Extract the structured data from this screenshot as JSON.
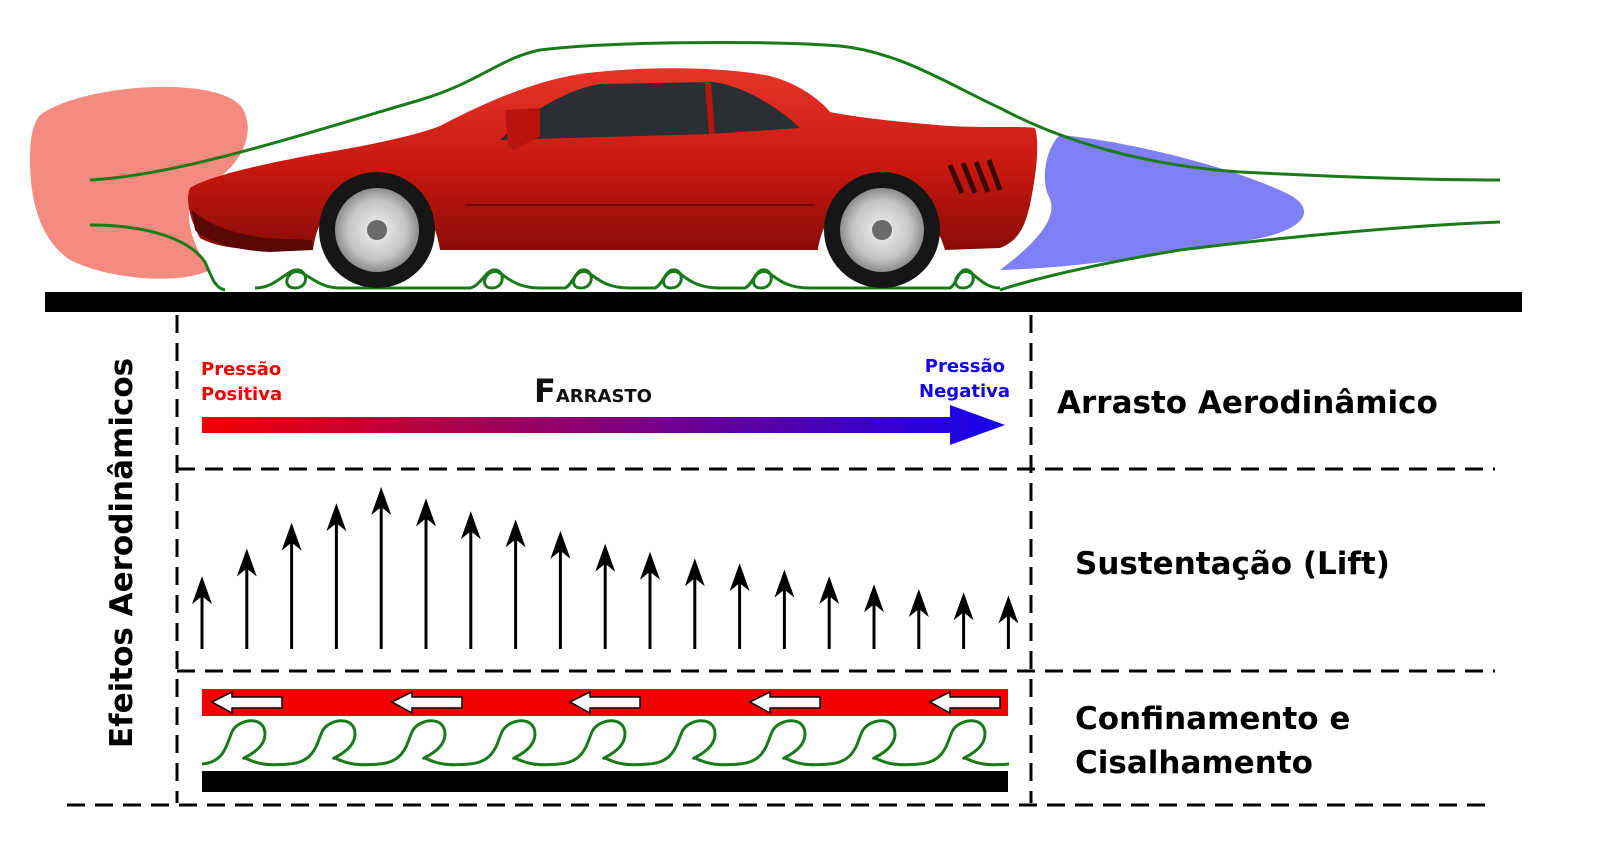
{
  "effects_label": "Efeitos Aerodinâmicos",
  "drag": {
    "positive_line1": "Pressão",
    "positive_line2": "Positiva",
    "negative_line1": "Pressão",
    "negative_line2": "Negativa",
    "force_symbol": "F",
    "force_name": "arrasto",
    "row_label": "Arrasto Aerodinâmico"
  },
  "lift": {
    "row_label": "Sustentação (Lift)",
    "arrow_magnitudes": [
      0.45,
      0.62,
      0.78,
      0.9,
      1.0,
      0.93,
      0.85,
      0.8,
      0.73,
      0.65,
      0.6,
      0.56,
      0.53,
      0.49,
      0.45,
      0.4,
      0.37,
      0.35,
      0.33
    ]
  },
  "confinement": {
    "row_label_line1": "Confinamento e",
    "row_label_line2": "Cisalhamento"
  },
  "colors": {
    "positive_pressure": "#f20000",
    "negative_pressure": "#1400f0",
    "streamline": "#1a7a1a",
    "high_pressure_zone": "#f58a80",
    "low_pressure_zone": "#8080f6",
    "car_body": "#cc1a12"
  }
}
